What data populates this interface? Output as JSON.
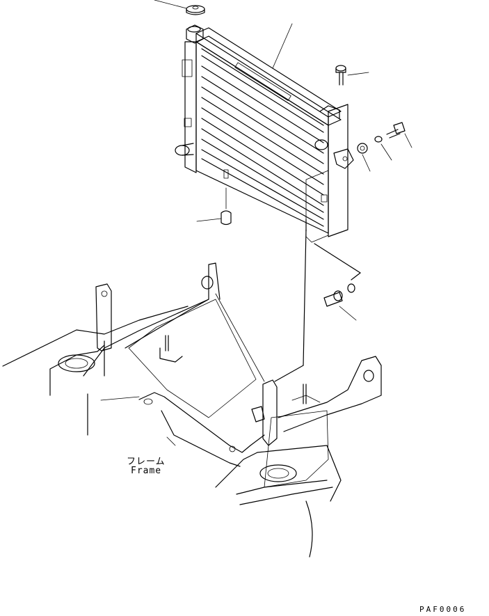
{
  "labels": {
    "frame_jp": "フレーム",
    "frame_en": "Frame",
    "drawing_code": "PAF0006"
  }
}
